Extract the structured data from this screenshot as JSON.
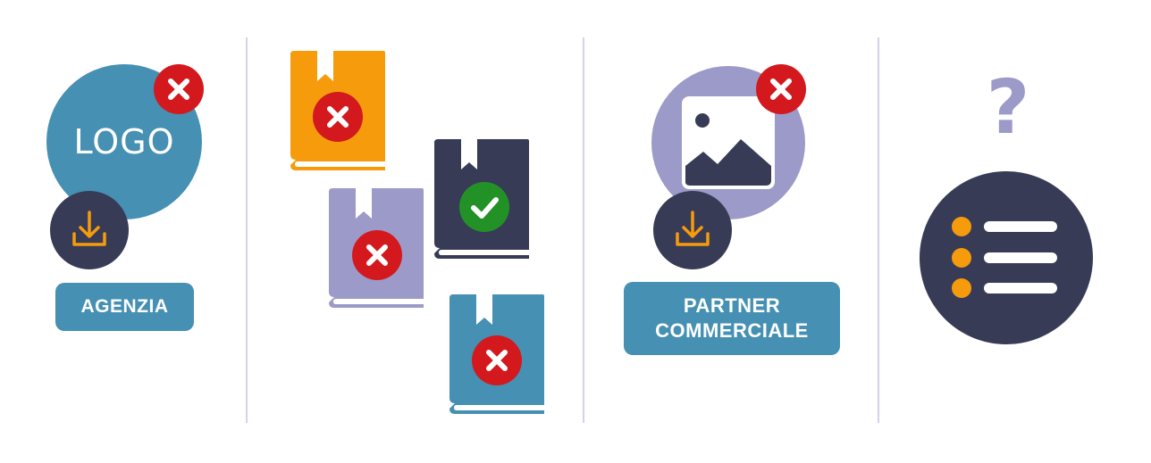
{
  "panels": {
    "agenzia": {
      "logo_text": "LOGO",
      "label": "AGENZIA"
    },
    "books": {
      "items": [
        {
          "color": "#f59b0c",
          "status": "rejected"
        },
        {
          "color": "#9c9ac8",
          "status": "rejected"
        },
        {
          "color": "#373b56",
          "status": "approved"
        },
        {
          "color": "#4590b3",
          "status": "rejected"
        }
      ]
    },
    "partner": {
      "label_line1": "PARTNER",
      "label_line2": "COMMERCIALE"
    },
    "question": {
      "mark": "?"
    }
  },
  "colors": {
    "blue": "#4590b3",
    "navy": "#373b56",
    "lavender": "#9c9ac8",
    "orange": "#f59b0c",
    "red": "#d3191d",
    "green": "#239226",
    "divider": "#d4d2e6"
  },
  "icons": [
    "close-icon",
    "download-icon",
    "check-icon",
    "image-icon",
    "bookmark-icon",
    "question-mark-icon",
    "list-icon"
  ]
}
